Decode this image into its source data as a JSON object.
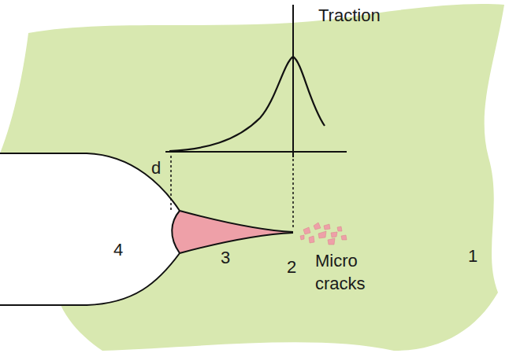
{
  "diagram": {
    "labels": [
      "Traction",
      "d",
      "4",
      "3",
      "2",
      "Micro cracks",
      "1"
    ]
  }
}
